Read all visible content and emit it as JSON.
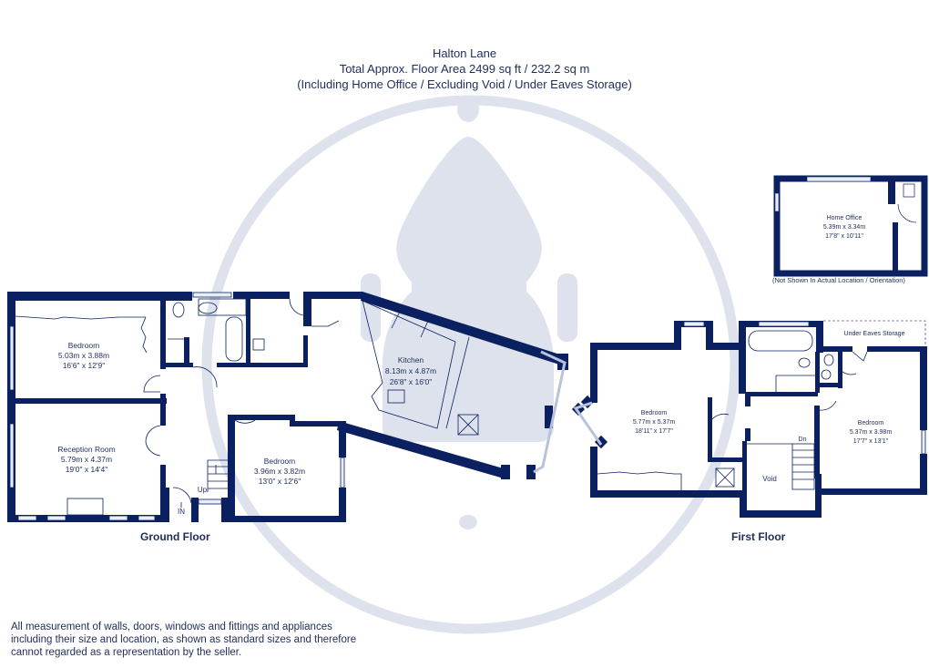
{
  "header": {
    "title": "Halton Lane",
    "area": "Total Approx. Floor Area 2499 sq ft / 232.2 sq m",
    "note": "(Including Home Office / Excluding Void / Under Eaves Storage)"
  },
  "colors": {
    "wall": "#0b2060",
    "watermark": "#dde2ec",
    "text": "#1f2d5a"
  },
  "ground_floor": {
    "label": "Ground Floor",
    "rooms": [
      {
        "name": "Bedroom",
        "metric": "5.03m x 3.88m",
        "imperial": "16'6\" x 12'9\""
      },
      {
        "name": "Reception Room",
        "metric": "5.79m x 4.37m",
        "imperial": "19'0\" x 14'4\""
      },
      {
        "name": "Bedroom",
        "metric": "3.96m x 3.82m",
        "imperial": "13'0\" x 12'6\""
      },
      {
        "name": "Kitchen",
        "metric": "8.13m x 4.87m",
        "imperial": "26'8\" x 16'0\""
      }
    ],
    "markers": {
      "entrance": "IN",
      "stairs": "Up"
    }
  },
  "first_floor": {
    "label": "First Floor",
    "rooms": [
      {
        "name": "Bedroom",
        "metric": "5.77m x 5.37m",
        "imperial": "18'11\" x 17'7\""
      },
      {
        "name": "Bedroom",
        "metric": "5.37m x 3.98m",
        "imperial": "17'7\" x 13'1\""
      },
      {
        "name": "Void"
      },
      {
        "name": "Under Eaves Storage"
      }
    ],
    "markers": {
      "stairs": "Dn"
    }
  },
  "home_office": {
    "name": "Home Office",
    "metric": "5.39m x 3.34m",
    "imperial": "17'8\" x 10'11\"",
    "note": "(Not Shown In Actual Location / Orientation)"
  },
  "disclaimer": "All measurement of walls, doors, windows and fittings and appliances including their size and location, as shown as standard sizes and therefore cannot regarded as a representation by the seller."
}
